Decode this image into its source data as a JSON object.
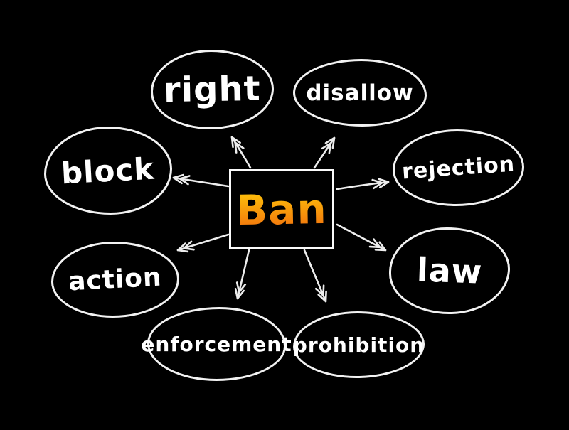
{
  "diagram": {
    "type": "mindmap",
    "center": {
      "label": "Ban"
    },
    "nodes": [
      {
        "id": "right",
        "label": "right"
      },
      {
        "id": "disallow",
        "label": "disallow"
      },
      {
        "id": "rejection",
        "label": "rejection"
      },
      {
        "id": "law",
        "label": "law"
      },
      {
        "id": "prohibition",
        "label": "prohibition"
      },
      {
        "id": "enforcement",
        "label": "enforcement"
      },
      {
        "id": "action",
        "label": "action"
      },
      {
        "id": "block",
        "label": "block"
      }
    ],
    "edges": [
      {
        "from": "Ban",
        "to": "right"
      },
      {
        "from": "Ban",
        "to": "disallow"
      },
      {
        "from": "Ban",
        "to": "rejection"
      },
      {
        "from": "Ban",
        "to": "law"
      },
      {
        "from": "Ban",
        "to": "prohibition"
      },
      {
        "from": "Ban",
        "to": "enforcement"
      },
      {
        "from": "Ban",
        "to": "action"
      },
      {
        "from": "Ban",
        "to": "block"
      }
    ],
    "colors": {
      "background": "#000000",
      "stroke": "#ffffff",
      "node_text": "#ffffff",
      "center_text_top": "#ffc40a",
      "center_text_bottom": "#f2780c"
    }
  }
}
